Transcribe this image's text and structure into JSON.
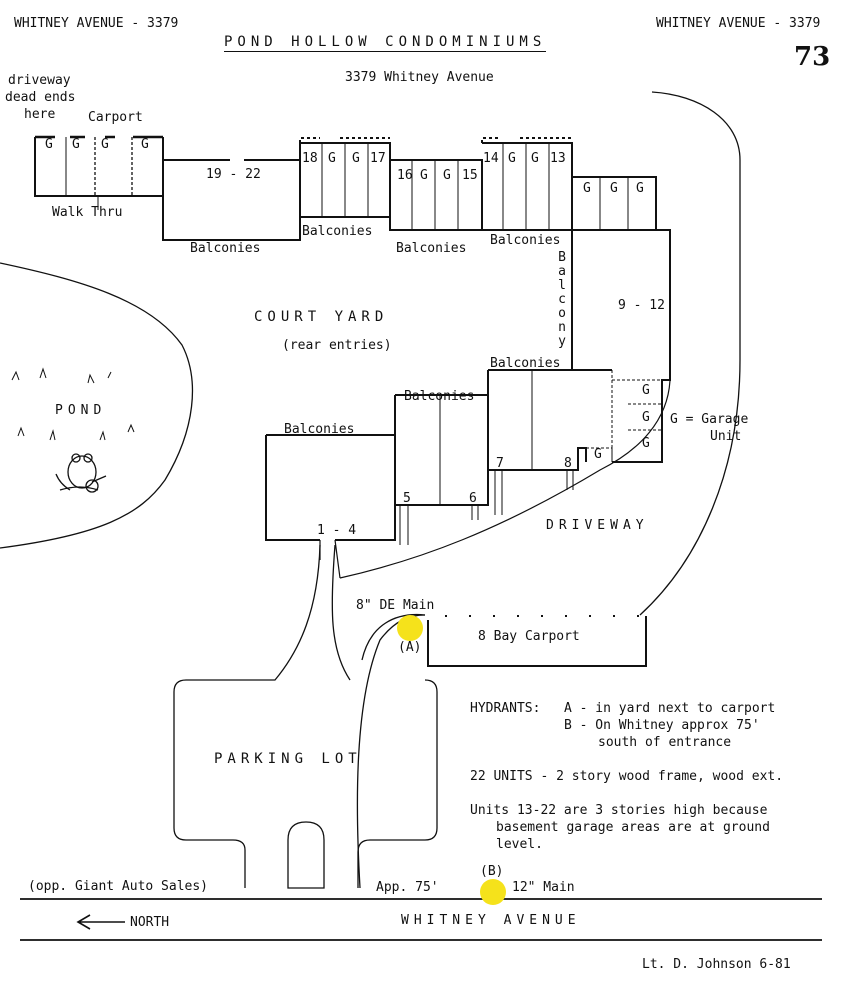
{
  "header": {
    "left_ref": "WHITNEY AVENUE - 3379",
    "right_ref": "WHITNEY AVENUE - 3379",
    "title": "POND HOLLOW CONDOMINIUMS",
    "address": "3379 Whitney Avenue",
    "page_number": "73"
  },
  "labels": {
    "driveway_dead_end": [
      "driveway",
      "dead ends",
      "here"
    ],
    "carport": "Carport",
    "walk_thru": "Walk Thru",
    "g": "G",
    "units_19_22": "19 - 22",
    "unit_18": "18",
    "unit_17": "17",
    "unit_16": "16",
    "unit_15": "15",
    "unit_14": "14",
    "unit_13": "13",
    "units_9_12": "9 - 12",
    "units_1_4": "1 - 4",
    "unit_5": "5",
    "unit_6": "6",
    "unit_7": "7",
    "unit_8": "8",
    "balconies": "Balconies",
    "balcony_vertical": "Balcony",
    "court_yard": "COURT YARD",
    "rear_entries": "(rear entries)",
    "pond": "POND",
    "garage_legend": [
      "G = Garage",
      "Unit"
    ],
    "driveway": "DRIVEWAY",
    "de_main": "8\" DE Main",
    "hydrant_a_label": "(A)",
    "carport_8bay": "8 Bay Carport",
    "parking_lot": "PARKING LOT",
    "hydrant_b_label": "(B)",
    "main_12": "12\" Main",
    "app_75": "App. 75'",
    "opposite": "(opp. Giant Auto Sales)",
    "north": "NORTH",
    "street": "WHITNEY AVENUE",
    "signature": "Lt. D. Johnson  6-81"
  },
  "notes": {
    "hydrants_heading": "HYDRANTS:",
    "hydrant_a": "A - in yard next to carport",
    "hydrant_b": "B - On Whitney approx 75'",
    "hydrant_b_2": "south of entrance",
    "units": "22 UNITS - 2 story wood frame, wood ext.",
    "stories_1": "Units 13-22 are 3 stories high because",
    "stories_2": "basement garage areas are at ground",
    "stories_3": "level."
  },
  "colors": {
    "ink": "#111111",
    "hydrant": "#f5e21b",
    "paper": "#ffffff"
  }
}
